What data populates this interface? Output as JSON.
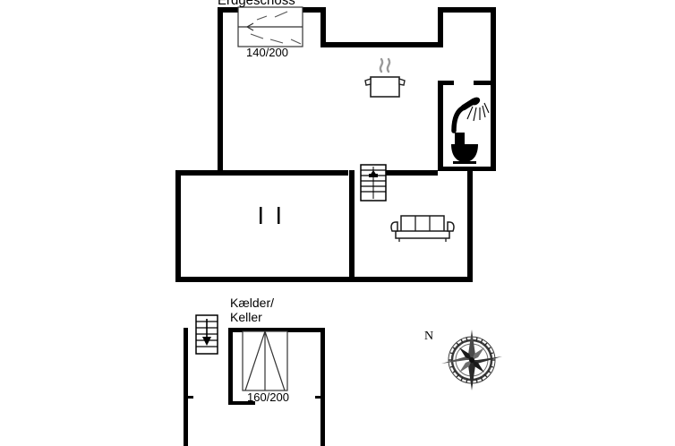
{
  "plan": {
    "title_upper": "Erdgeschoss",
    "title_lower_line1": "Kælder/",
    "title_lower_line2": "Keller",
    "compass_label": "N",
    "beds": [
      {
        "id": "bed-upper",
        "label": "140/200"
      },
      {
        "id": "bed-lower",
        "label": "160/200"
      }
    ],
    "icons": {
      "cooking_pot": "cooking-pot-icon",
      "shower": "shower-icon",
      "toilet": "toilet-icon",
      "sofa": "sofa-icon",
      "stairs_up": "stairs-up-icon",
      "stairs_down": "stairs-down-icon",
      "compass": "compass-rose-icon"
    },
    "colors": {
      "wall": "#000000",
      "furniture_outline": "#1a1a1a",
      "background": "#ffffff",
      "text": "#000000",
      "steam": "#9a9a9a"
    }
  }
}
